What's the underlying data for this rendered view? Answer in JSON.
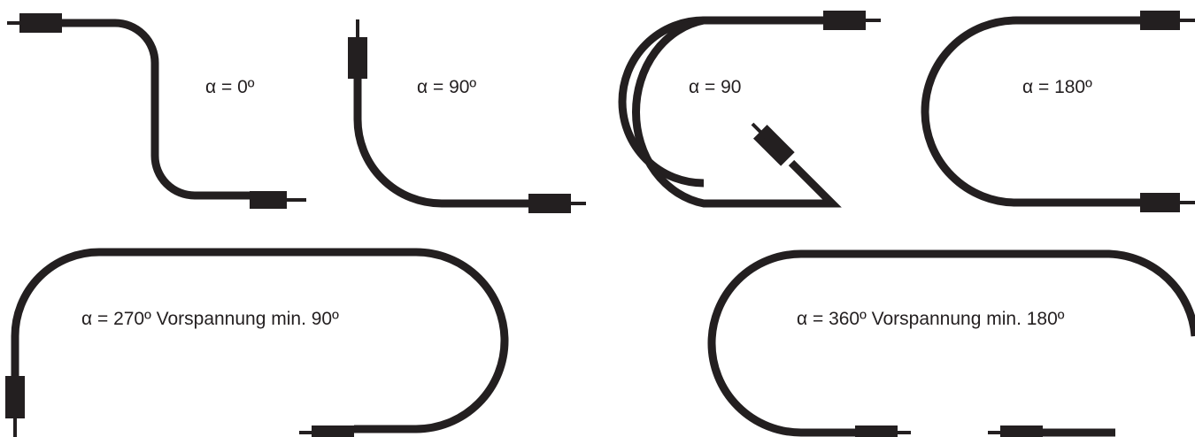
{
  "labels": {
    "alpha_0": "α = 0º",
    "alpha_90_first": "α = 90º",
    "alpha_90_second": "α = 90",
    "alpha_180": "α = 180º",
    "alpha_270": "α = 270º Vorspannung min. 90º",
    "alpha_360": "α = 360º Vorspannung min. 180º"
  },
  "colors": {
    "cable": "#231f20",
    "background": "#ffffff"
  }
}
